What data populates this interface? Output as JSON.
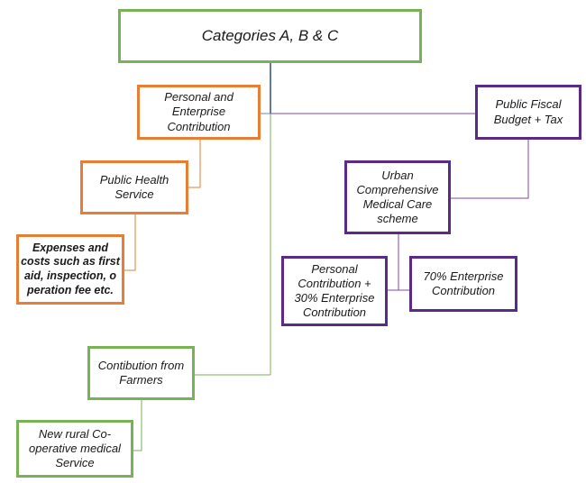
{
  "nodes": {
    "root": "Categories A, B & C",
    "personal_enterprise": "Personal and\nEnterprise\nContribution",
    "public_health": "Public Health\nService",
    "expenses": "Expenses and\ncosts such as first\naid, inspection, o\nperation fee etc.",
    "farmers": "Contibution from\nFarmers",
    "rural_cooperative": "New rural Co-\noperative medical\nService",
    "public_fiscal": "Public Fiscal\nBudget + Tax",
    "urban_scheme": "Urban\nComprehensive\nMedical Care\nscheme",
    "personal_30": "Personal\nContribution +\n30% Enterprise\nContribution",
    "enterprise_70": "70% Enterprise\nContribution"
  },
  "colors": {
    "green": "#77b255",
    "orange": "#e67e35",
    "purple": "#5b2a86",
    "blue_line": "#2e4f7a"
  }
}
